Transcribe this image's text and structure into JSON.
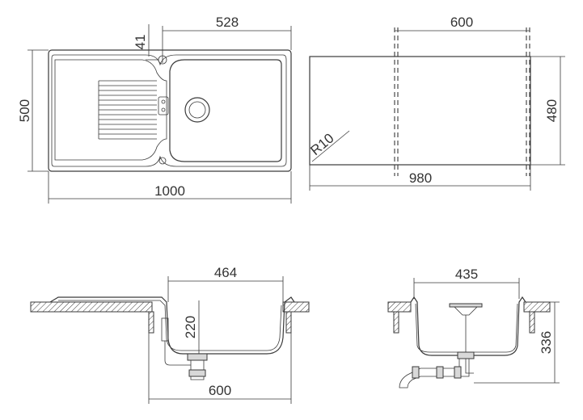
{
  "dimensions": {
    "top_view": {
      "tap_hole_offset": "41",
      "bowl_width": "528",
      "total_depth": "500",
      "total_width": "1000"
    },
    "cutout_view": {
      "cabinet_width": "600",
      "cutout_depth": "480",
      "corner_radius": "R10",
      "cutout_width": "980"
    },
    "side_view": {
      "bowl_inner_width": "464",
      "bowl_depth": "220",
      "cabinet_width": "600"
    },
    "front_view": {
      "bowl_inner_width": "435",
      "overall_height": "336"
    }
  }
}
